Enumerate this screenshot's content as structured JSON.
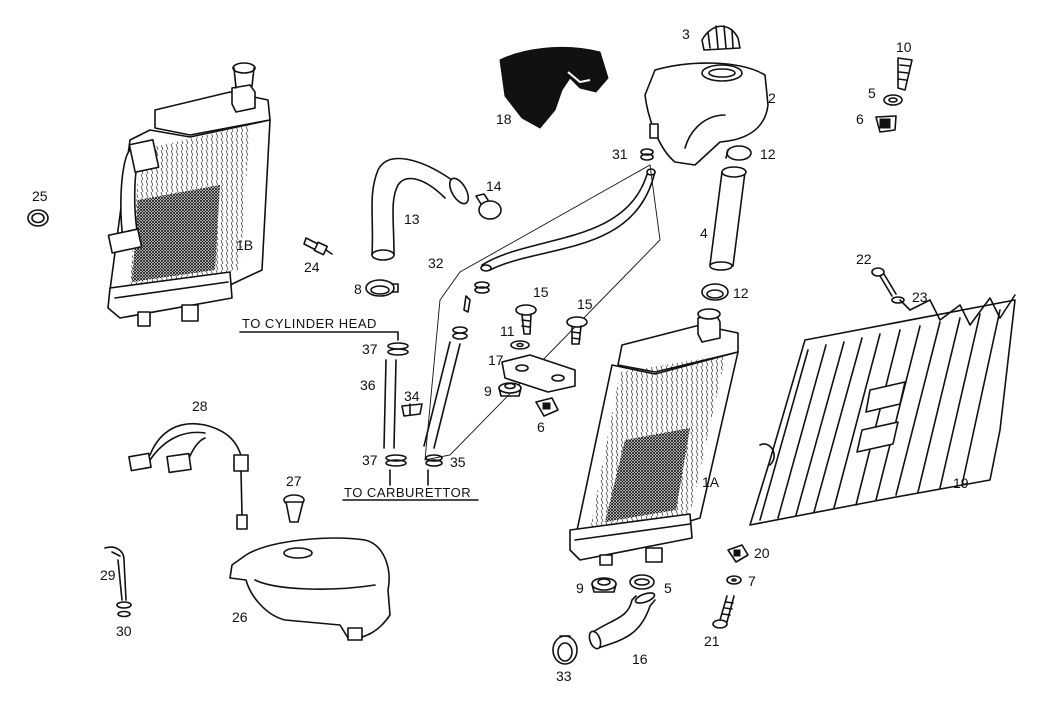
{
  "diagram": {
    "captions": {
      "to_cylinder_head": "TO CYLINDER HEAD",
      "to_carburettor": "TO CARBURETTOR"
    },
    "part_labels": {
      "p1A": "1A",
      "p1B": "1B",
      "p2": "2",
      "p3": "3",
      "p4": "4",
      "p5a": "5",
      "p5b": "5",
      "p6a": "6",
      "p6b": "6",
      "p7": "7",
      "p8": "8",
      "p9a": "9",
      "p9b": "9",
      "p10": "10",
      "p11": "11",
      "p12a": "12",
      "p12b": "12",
      "p13": "13",
      "p14": "14",
      "p15a": "15",
      "p15b": "15",
      "p16": "16",
      "p17": "17",
      "p18": "18",
      "p19": "19",
      "p20": "20",
      "p21": "21",
      "p22": "22",
      "p23": "23",
      "p24": "24",
      "p25": "25",
      "p26": "26",
      "p27": "27",
      "p28": "28",
      "p29": "29",
      "p30": "30",
      "p31": "31",
      "p32": "32",
      "p33": "33",
      "p34": "34",
      "p35": "35",
      "p36": "36",
      "p37a": "37",
      "p37b": "37"
    }
  }
}
